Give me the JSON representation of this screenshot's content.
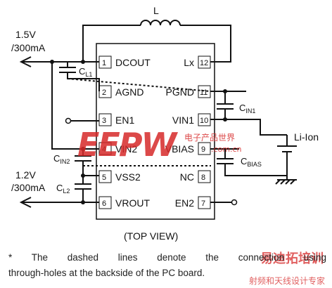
{
  "inductor": {
    "label": "L"
  },
  "outputs": {
    "dc": {
      "voltage": "1.5V",
      "current": "/300mA"
    },
    "vr": {
      "voltage": "1.2V",
      "current": "/300mA"
    }
  },
  "battery": {
    "label": "Li-Ion"
  },
  "capacitors": {
    "cl1": {
      "main": "C",
      "sub": "L1"
    },
    "cin1": {
      "main": "C",
      "sub": "IN1"
    },
    "cin2": {
      "main": "C",
      "sub": "IN2"
    },
    "cbias": {
      "main": "C",
      "sub": "BIAS"
    },
    "cl2": {
      "main": "C",
      "sub": "L2"
    }
  },
  "pins": {
    "p1": {
      "num": "1",
      "name": "DCOUT"
    },
    "p2": {
      "num": "2",
      "name": "AGND"
    },
    "p3": {
      "num": "3",
      "name": "EN1"
    },
    "p4": {
      "num": "4",
      "name": "VIN2"
    },
    "p5": {
      "num": "5",
      "name": "VSS2"
    },
    "p6": {
      "num": "6",
      "name": "VROUT"
    },
    "p7": {
      "num": "7",
      "name": "EN2"
    },
    "p8": {
      "num": "8",
      "name": "NC"
    },
    "p9": {
      "num": "9",
      "name": "VBIAS"
    },
    "p10": {
      "num": "10",
      "name": "VIN1"
    },
    "p11": {
      "num": "11",
      "name": "PGND"
    },
    "p12": {
      "num": "12",
      "name": "Lx"
    }
  },
  "view_label": "(TOP VIEW)",
  "note": {
    "line1": "* The dashed lines denote the connection using",
    "line2": "through-holes at the backside of the PC board."
  },
  "watermarks": {
    "eepw": "EEPW",
    "eepw_cn": "电子产品世界",
    "eepw_url": ".com.cn",
    "bottom_cn": "易迪拓培训",
    "bottom_cn2": "射频和天线设计专家"
  },
  "colors": {
    "line": "#111111",
    "watermark": "#d62a2a"
  }
}
